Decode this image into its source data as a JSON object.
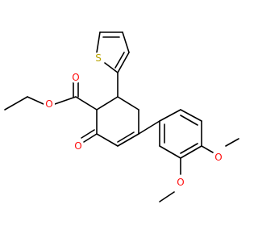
{
  "molecule": {
    "atoms": [
      {
        "id": "ester_O_carbonyl",
        "label": "O",
        "color": "#ff0d0d"
      },
      {
        "id": "ester_O_ether",
        "label": "O",
        "color": "#ff0d0d"
      },
      {
        "id": "ketone_O",
        "label": "O",
        "color": "#ff0d0d"
      },
      {
        "id": "thiophene_S",
        "label": "S",
        "color": "#b8a300"
      },
      {
        "id": "methoxy_O_para",
        "label": "O",
        "color": "#ff0d0d"
      },
      {
        "id": "methoxy_O_meta",
        "label": "O",
        "color": "#ff0d0d"
      }
    ],
    "bond_color": "#000000"
  }
}
